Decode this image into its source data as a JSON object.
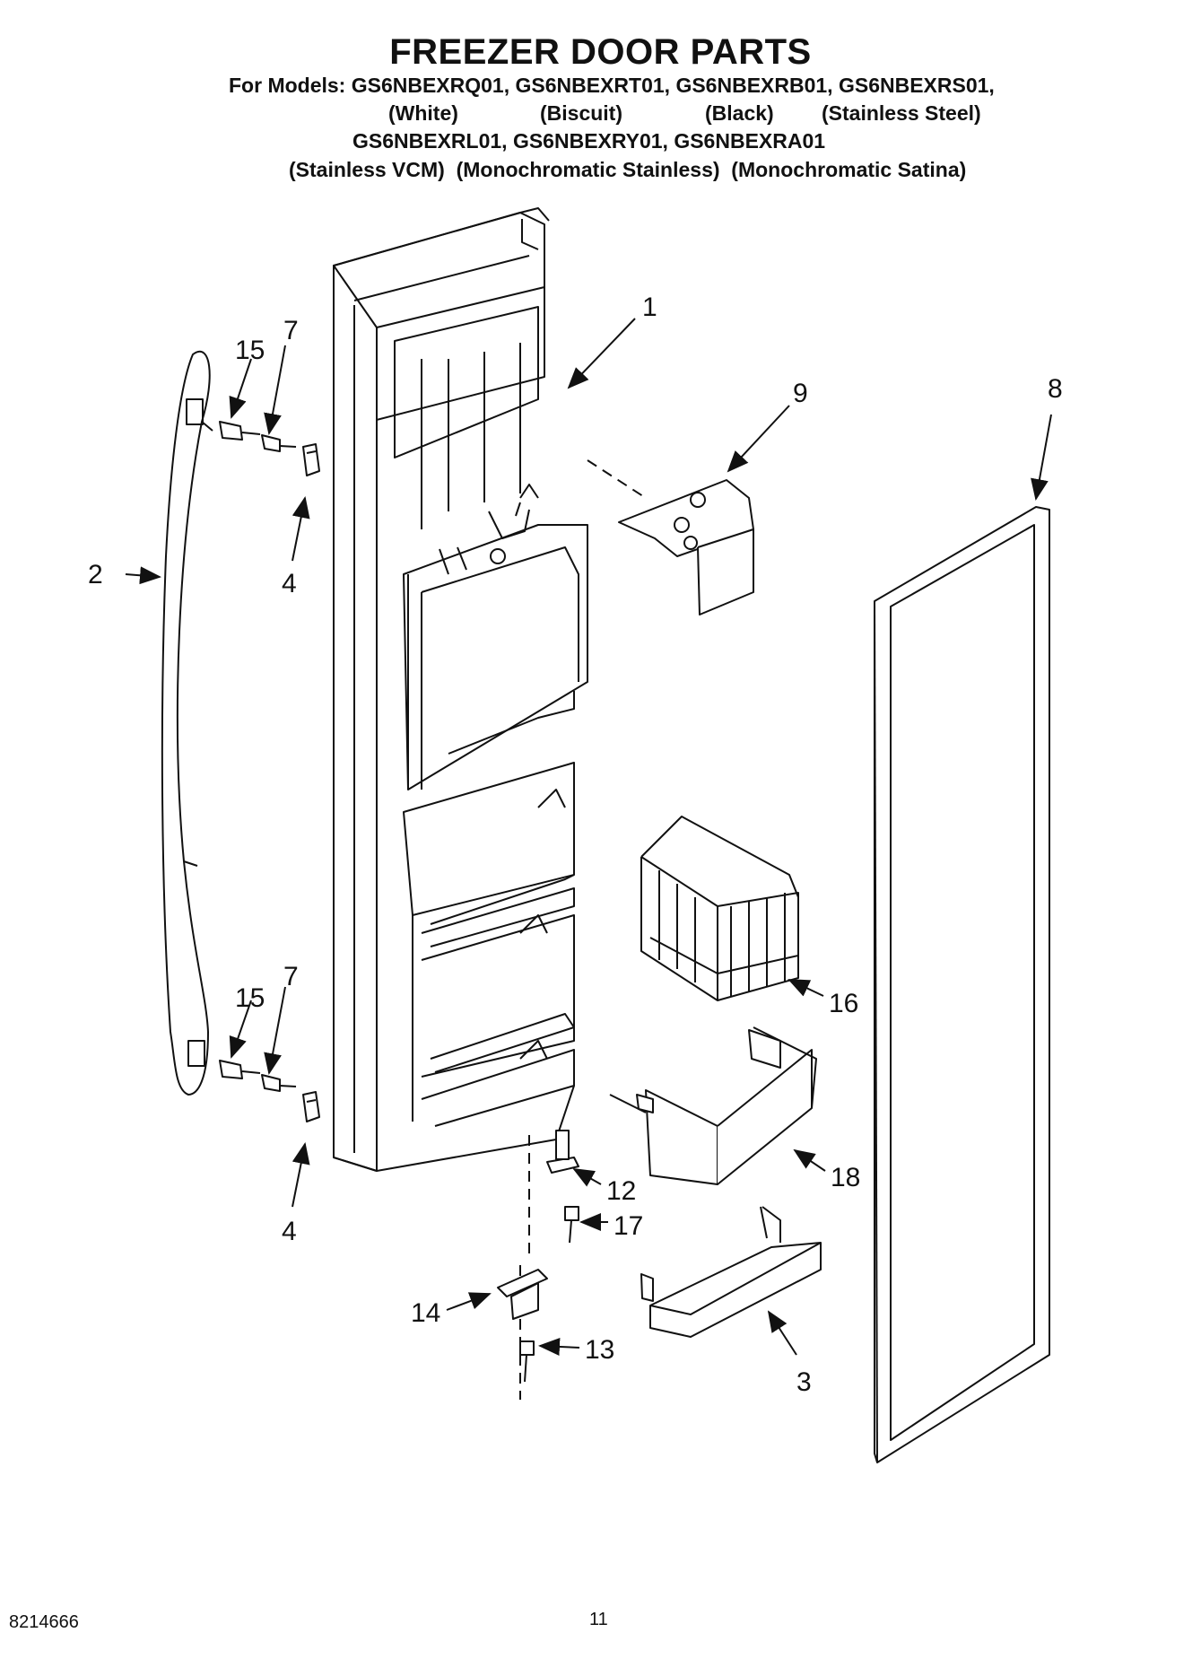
{
  "title": "FREEZER DOOR PARTS",
  "models_line1": "For Models: GS6NBEXRQ01, GS6NBEXRT01, GS6NBEXRB01, GS6NBEXRS01,",
  "colors_line1": [
    "(White)",
    "(Biscuit)",
    "(Black)",
    "(Stainless Steel)"
  ],
  "models_line2": "GS6NBEXRL01, GS6NBEXRY01, GS6NBEXRA01",
  "colors_line2": "(Stainless VCM)  (Monochromatic Stainless)  (Monochromatic Satina)",
  "callouts": {
    "c1": "1",
    "c2": "2",
    "c3": "3",
    "c4a": "4",
    "c4b": "4",
    "c7a": "7",
    "c7b": "7",
    "c8": "8",
    "c9": "9",
    "c12": "12",
    "c13": "13",
    "c14": "14",
    "c15a": "15",
    "c15b": "15",
    "c16": "16",
    "c17": "17",
    "c18": "18"
  },
  "footer": {
    "doc_number": "8214666",
    "page_number": "11"
  }
}
